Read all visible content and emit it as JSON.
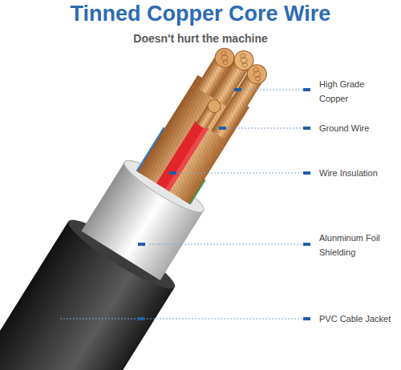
{
  "diagram": {
    "title": "Tinned Copper Core Wire",
    "labels": [
      "Doesn't hurt the machine",
      "High Grade Copper",
      "Ground Wire",
      "Wire Insulation",
      "Alunminum Foil Shielding",
      "PVC Cable Jacket"
    ]
  }
}
